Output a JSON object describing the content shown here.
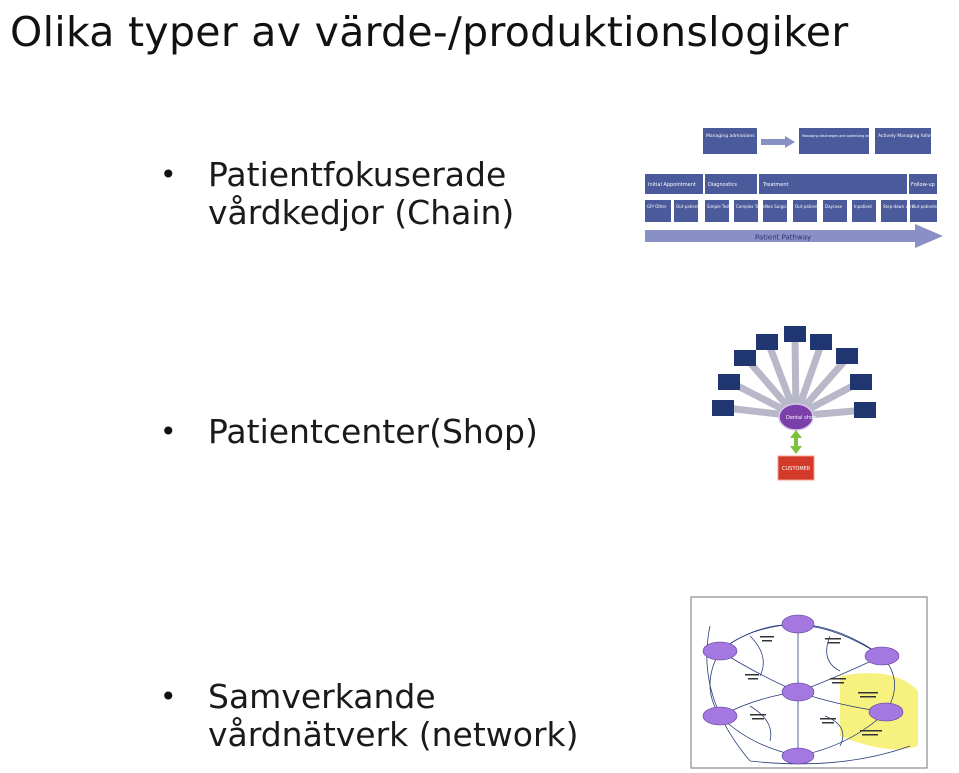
{
  "slide": {
    "title": "Olika typer av värde-/produktionslogiker",
    "bullets": [
      {
        "line1": "Patientfokuserade",
        "line2": "vårdkedjor (Chain)"
      },
      {
        "line1": "Patientcenter(Shop)",
        "line2": ""
      },
      {
        "line1": "Samverkande",
        "line2": "vårdnätverk (network)"
      }
    ]
  },
  "chain_figure": {
    "top_boxes": [
      "Managing admissions",
      "Managing discharges and optimising length of Stay",
      "Actively Managing follow up"
    ],
    "phases": [
      "Initial Appointment",
      "Diagnostics",
      "Treatment",
      "Follow-up"
    ],
    "steps": [
      "GP/ Other",
      "Out-patients",
      "Simple Tests",
      "Complex Tests",
      "Non Surgical",
      "Out-patients",
      "Daycase",
      "Inpatient",
      "Step-down care",
      "Out-patients"
    ],
    "pathway_label": "Patient Pathway",
    "colors": {
      "box": "#4a5a9a",
      "arrow": "#8890c6"
    }
  },
  "shop_figure": {
    "center_label": "Dental shop",
    "customer_label": "CUSTOMER",
    "colors": {
      "center": "#7a3fa8",
      "spoke": "#b8b8c8",
      "satellite": "#1f3670",
      "customer": "#d43a2a",
      "connector": "#7cc23c"
    }
  },
  "network_figure": {
    "colors": {
      "node": "#a478e0",
      "highlight": "#f6f06a",
      "border": "#8a8a8a",
      "edge": "#2a3f7a"
    }
  }
}
